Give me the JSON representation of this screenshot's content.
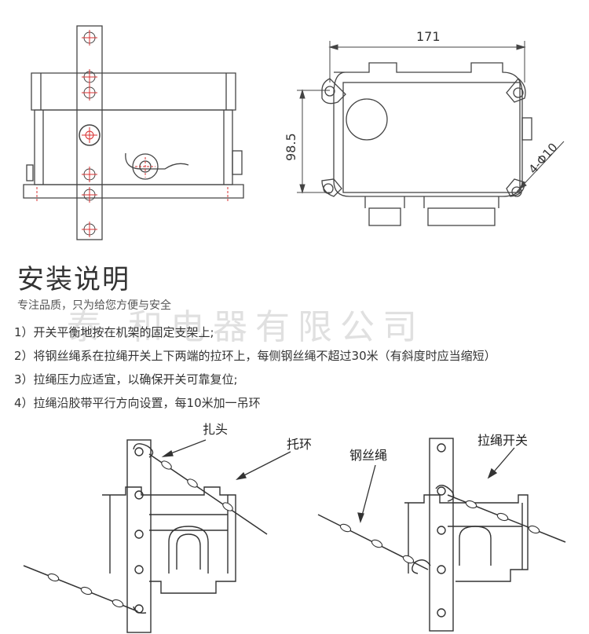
{
  "drawing": {
    "dim_width": "171",
    "dim_height": "98.5",
    "dim_holes": "4-Φ10"
  },
  "section": {
    "title": "安装说明",
    "subtitle": "专注品质，只为给您方便与安全",
    "watermark": "泰 和电器有限公司",
    "steps": [
      "1）开关平衡地按在机架的固定支架上;",
      "2）将钢丝绳系在拉绳开关上下两端的拉环上，每侧钢丝绳不超过30米（有斜度时应当缩短）",
      "3）拉绳压力应适宜，以确保开关可靠复位;",
      "4）拉绳沿胶带平行方向设置，每10米加一吊环"
    ]
  },
  "labels": {
    "zatou": "扎头",
    "tuohuan": "托环",
    "gangsisheng": "钢丝绳",
    "lasheng_switch": "拉绳开关"
  },
  "colors": {
    "red": "#d93030",
    "line": "#444444"
  }
}
